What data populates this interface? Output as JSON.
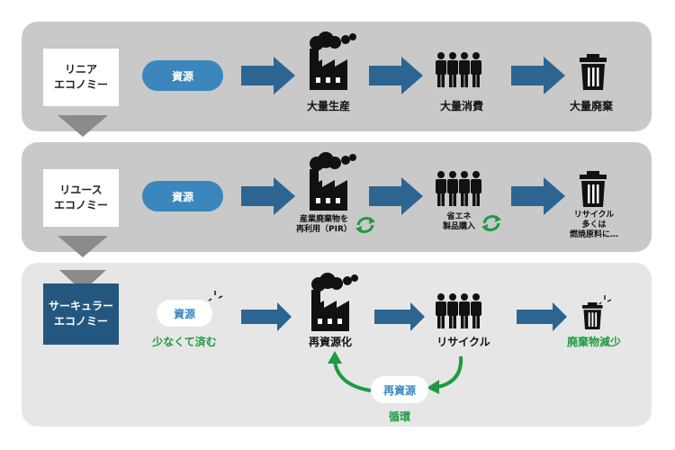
{
  "rows": [
    {
      "economy": "リニア\nエコノミー",
      "resource": "資源",
      "stage1": "大量生産",
      "stage2": "大量消費",
      "stage3": "大量廃棄"
    },
    {
      "economy": "リユース\nエコノミー",
      "resource": "資源",
      "stage1": "産業廃棄物を\n再利用（PIR）",
      "stage2": "省エネ\n製品購入",
      "stage3": "リサイクル\n多くは\n燃焼原料に…"
    },
    {
      "economy": "サーキュラー\nエコノミー",
      "resource": "資源",
      "resource_note": "少なくて済む",
      "stage1": "再資源化",
      "stage2": "リサイクル",
      "stage3": "廃棄物減少",
      "loop_label": "再資源",
      "loop_note": "循環"
    }
  ],
  "colors": {
    "panel": "#c9c9c9",
    "panel_light": "#e6e6e6",
    "accent_blue": "#3a86bd",
    "arrow_blue": "#2c6591",
    "dark_blue": "#24577f",
    "green": "#1e9a43",
    "connector": "#8a8a8a"
  },
  "icons": [
    "factory-icon",
    "people-icon",
    "trash-icon",
    "recycle-icon",
    "sparkle-icon"
  ]
}
